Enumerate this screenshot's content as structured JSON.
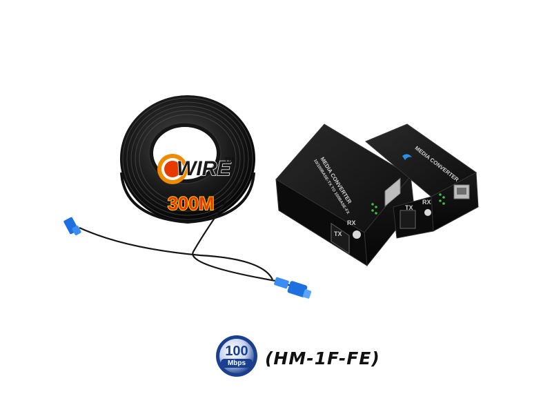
{
  "cable": {
    "brand": "WIRE",
    "trademark": "TM",
    "length": "300M",
    "connector_color": "#1e6fe0",
    "badge_colors": {
      "orange": "#f08a00",
      "red": "#e63a00",
      "yellow": "#ffd400"
    }
  },
  "converters": {
    "face_label": "MEDIA CONVERTER",
    "spec_label": "10/100BASE-TX TO 100BASE-FX",
    "port_tx": "TX",
    "port_rx": "RX",
    "led_color": "#39c24a"
  },
  "speed_badge": {
    "value": "100",
    "unit": "Mbps",
    "color": "#1b3f8f"
  },
  "model": "(HM-1F-FE)"
}
